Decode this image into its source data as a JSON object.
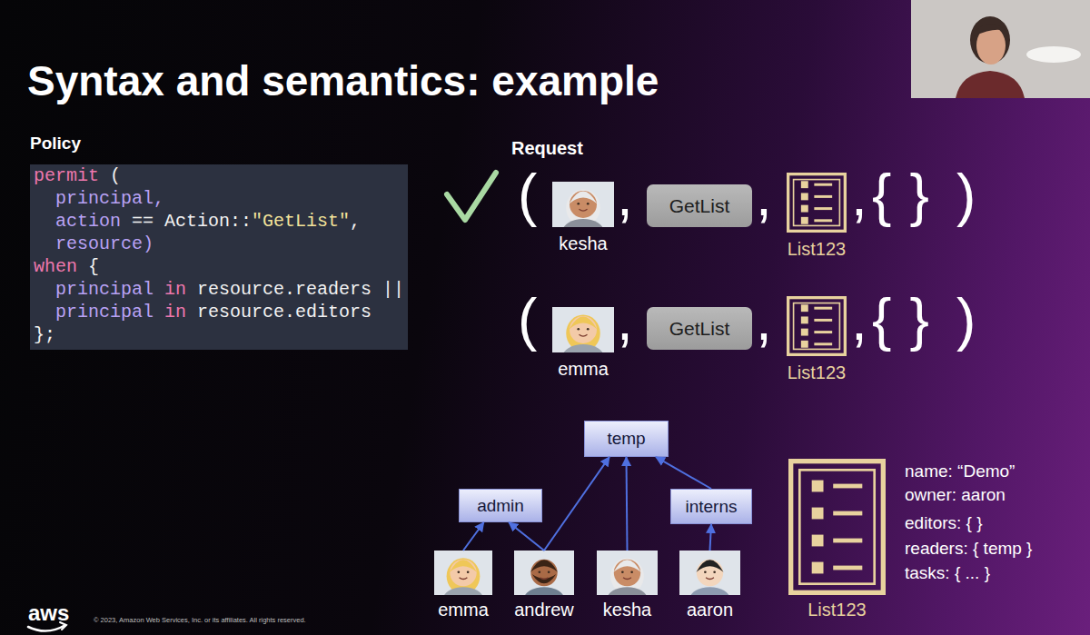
{
  "diagram": {
    "title": "Syntax and semantics: example",
    "nodes": [
      {
        "text": [
          "permit",
          "(",
          "principal,",
          "action",
          "==",
          "Action::",
          "\"GetList\"",
          ",",
          "resource)",
          "when",
          "{",
          "principal",
          "in",
          "resource.readers",
          "||",
          "principal",
          "in",
          "resource.editors",
          "};"
        ]
      },
      {
        "text": [
          "kesha"
        ]
      },
      {
        "text": [
          "GetList"
        ]
      },
      {
        "text": [
          "List123"
        ]
      },
      {
        "text": [
          "emma"
        ]
      },
      {
        "text": [
          "GetList"
        ]
      },
      {
        "text": [
          "List123"
        ]
      },
      {
        "text": [
          "temp"
        ]
      },
      {
        "text": [
          "admin"
        ]
      },
      {
        "text": [
          "interns"
        ]
      },
      {
        "text": [
          "emma"
        ]
      },
      {
        "text": [
          "andrew"
        ]
      },
      {
        "text": [
          "kesha"
        ]
      },
      {
        "text": [
          "aaron"
        ]
      },
      {
        "text": [
          "List123"
        ]
      }
    ],
    "edges": [
      {
        "from": 10,
        "to": 8,
        "arrow": "to"
      },
      {
        "from": 11,
        "to": 8,
        "arrow": "to"
      },
      {
        "from": 11,
        "to": 7,
        "arrow": "to"
      },
      {
        "from": 12,
        "to": 7,
        "arrow": "to"
      },
      {
        "from": 9,
        "to": 7,
        "arrow": "to"
      },
      {
        "from": 13,
        "to": 9,
        "arrow": "to"
      }
    ],
    "labels": [
      "Policy",
      "Request",
      "(",
      ",",
      ",",
      ",",
      "{}",
      ")",
      "(",
      ",",
      ",",
      ",",
      "{}",
      ")",
      "name: “Demo”",
      "owner: aaron",
      "editors: { }",
      "readers: { temp }",
      "tasks: { ... }",
      "aws",
      "© 2023, Amazon Web Services, Inc. or its affiliates. All rights reserved."
    ]
  }
}
